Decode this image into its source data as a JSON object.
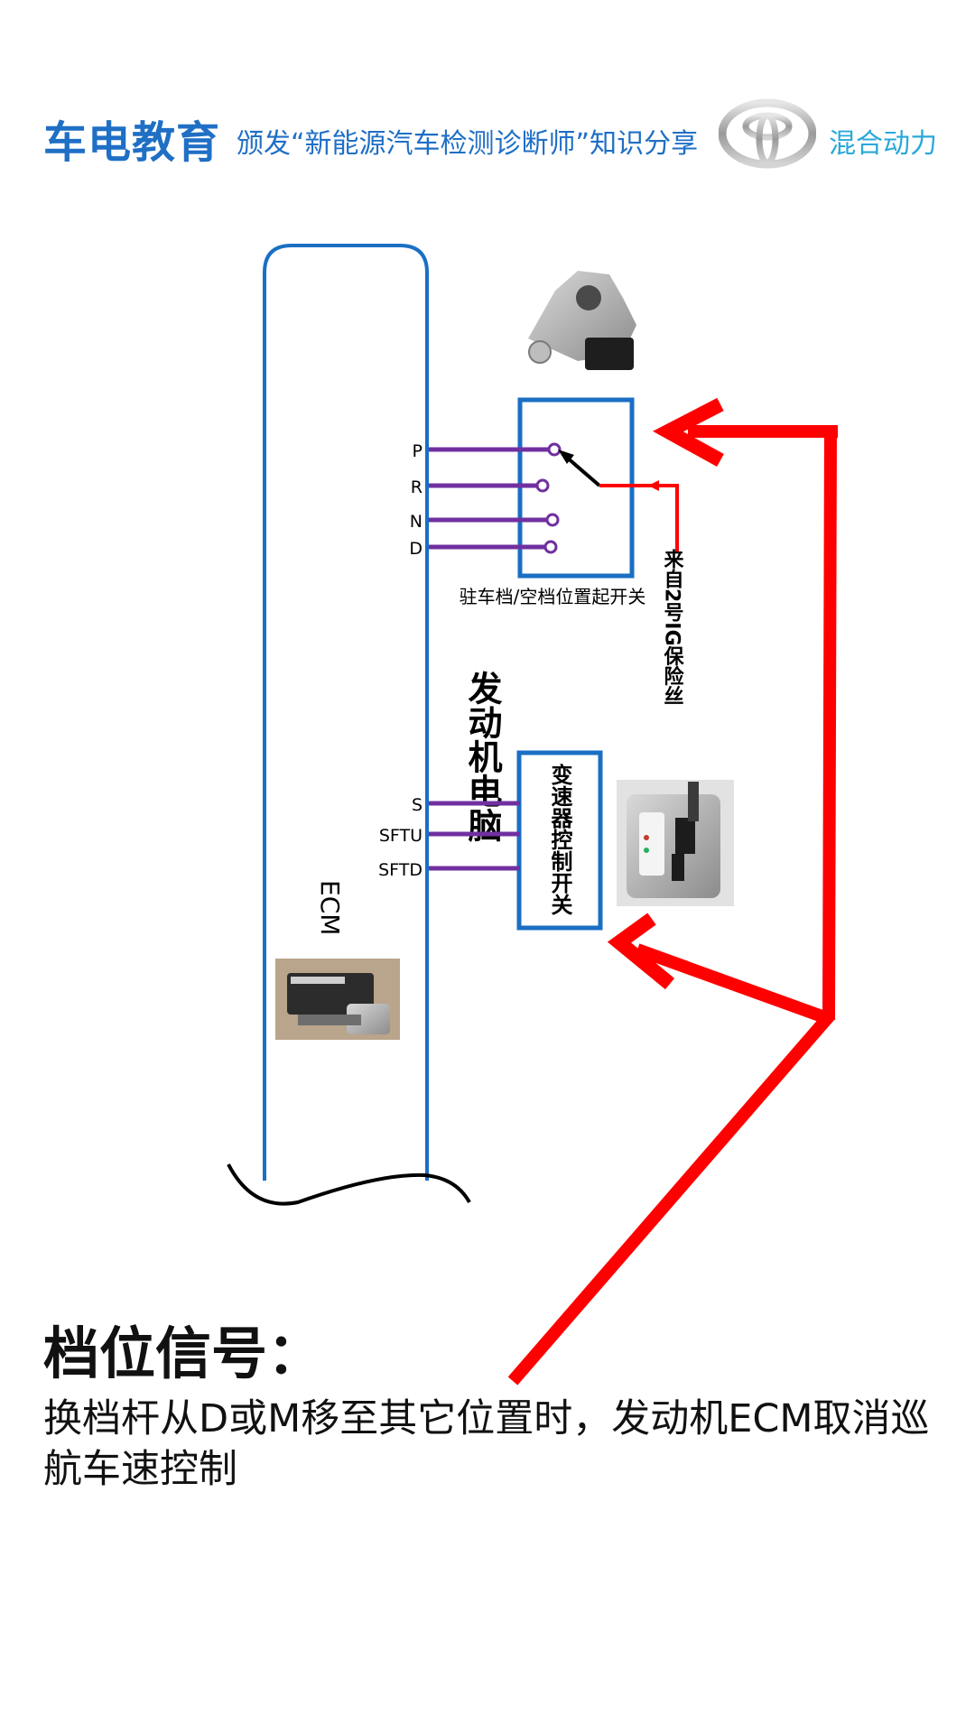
{
  "header": {
    "brand": "车电教育",
    "tagline": "颁发“新能源汽车检测诊断师”知识分享",
    "logo_icon": "toyota-logo-icon",
    "hybrid_label": "混合动力"
  },
  "ecm": {
    "label_cn": "发动机电脑",
    "label_en": "ECM",
    "photo_icon": "ecm-unit-photo"
  },
  "park_switch": {
    "caption": "驻车档/空档位置起开关",
    "terminals": [
      "P",
      "R",
      "N",
      "D"
    ],
    "photo_icon": "park-neutral-switch-photo"
  },
  "fuse_label": "来自2号IG保险丝",
  "shift_switch": {
    "label": "变速器控制开关",
    "terminals": [
      "S",
      "SFTU",
      "SFTD"
    ],
    "photo_icon": "shift-lever-photo"
  },
  "description": {
    "title": "档位信号：",
    "body": "换档杆从D或M移至其它位置时，发动机ECM取消巡航车速控制"
  },
  "colors": {
    "brand_blue": "#1f6fc5",
    "outline_blue": "#1a6fc4",
    "wire_purple": "#7030a0",
    "arrow_red": "#ff0000"
  }
}
